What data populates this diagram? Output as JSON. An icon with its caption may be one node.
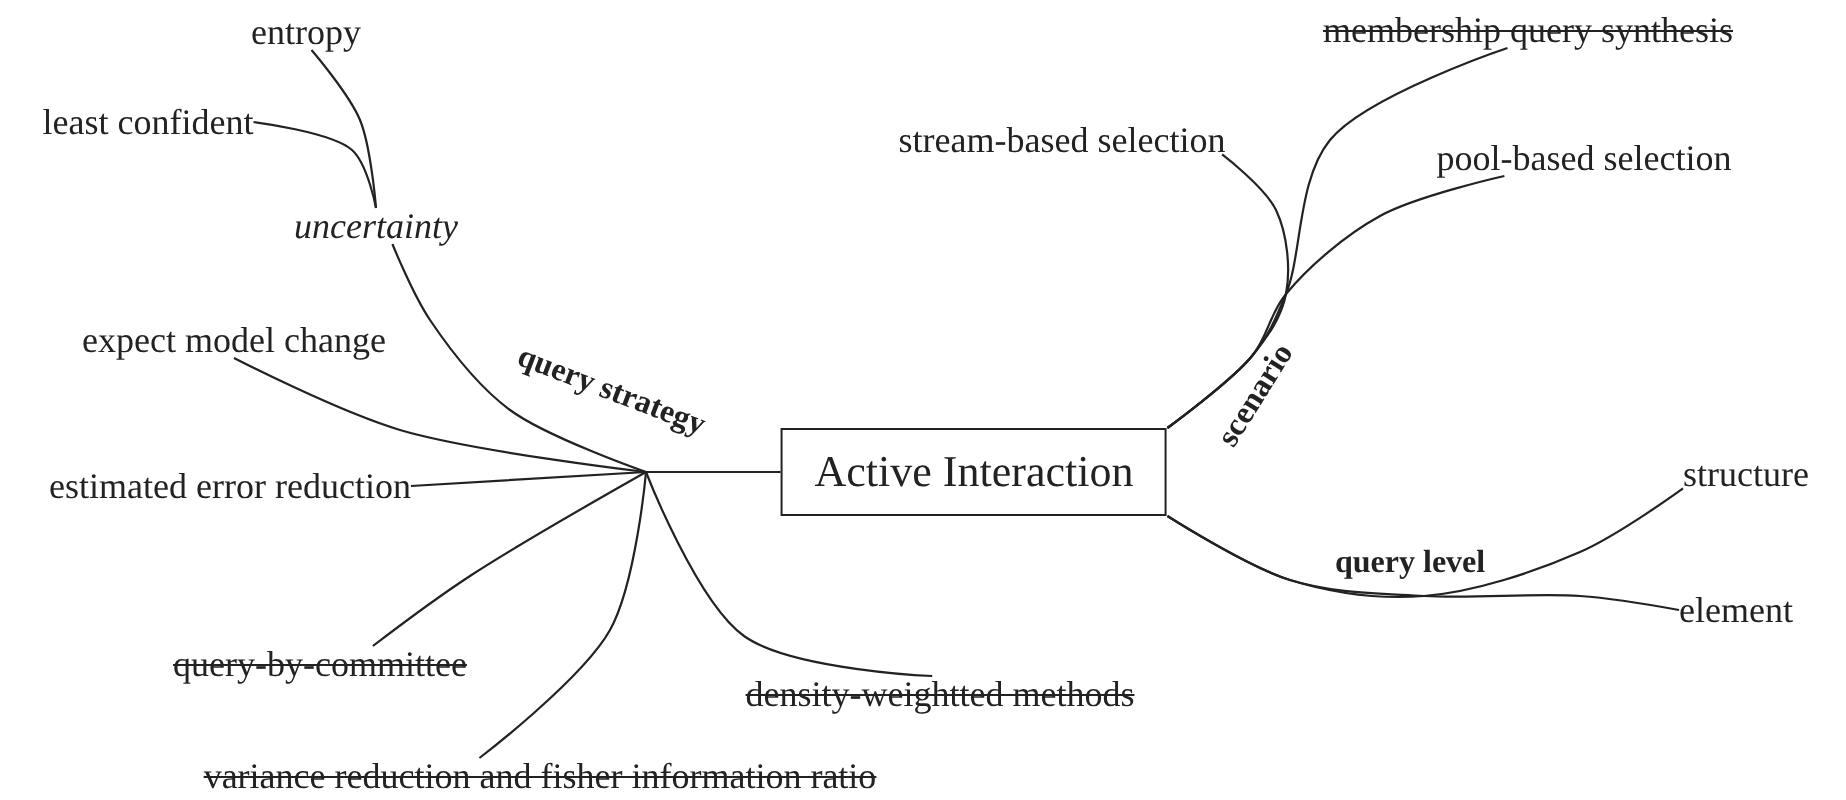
{
  "diagram": {
    "nodes": [
      {
        "text": [
          "Active Interaction"
        ]
      },
      {
        "text": [
          "entropy"
        ]
      },
      {
        "text": [
          "least confident"
        ]
      },
      {
        "text": [
          "uncertainty"
        ]
      },
      {
        "text": [
          "expect model change"
        ]
      },
      {
        "text": [
          "estimated error reduction"
        ]
      },
      {
        "text": [
          "query-by-committee"
        ]
      },
      {
        "text": [
          "variance reduction and fisher information ratio"
        ]
      },
      {
        "text": [
          "density-weightted methods"
        ]
      },
      {
        "text": [
          "stream-based selection"
        ]
      },
      {
        "text": [
          "membership query synthesis"
        ]
      },
      {
        "text": [
          "pool-based selection"
        ]
      },
      {
        "text": [
          "structure"
        ]
      },
      {
        "text": [
          "element"
        ]
      }
    ],
    "edges": [
      {
        "from": 0,
        "to": 3,
        "arrow": "none"
      },
      {
        "from": 0,
        "to": 4,
        "arrow": "none"
      },
      {
        "from": 0,
        "to": 5,
        "arrow": "none"
      },
      {
        "from": 0,
        "to": 6,
        "arrow": "none"
      },
      {
        "from": 0,
        "to": 7,
        "arrow": "none"
      },
      {
        "from": 0,
        "to": 8,
        "arrow": "none"
      },
      {
        "from": 3,
        "to": 1,
        "arrow": "none"
      },
      {
        "from": 3,
        "to": 2,
        "arrow": "none"
      },
      {
        "from": 0,
        "to": 9,
        "arrow": "none"
      },
      {
        "from": 0,
        "to": 10,
        "arrow": "none"
      },
      {
        "from": 0,
        "to": 11,
        "arrow": "none"
      },
      {
        "from": 0,
        "to": 12,
        "arrow": "none"
      },
      {
        "from": 0,
        "to": 13,
        "arrow": "none"
      }
    ],
    "labels": [
      "query strategy",
      "scenario",
      "query level"
    ]
  }
}
